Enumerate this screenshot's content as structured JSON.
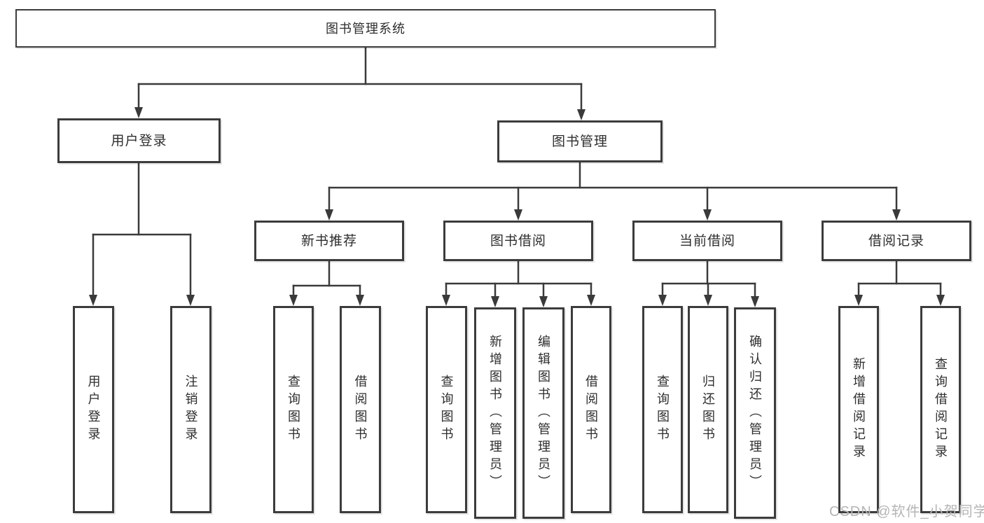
{
  "tree": {
    "root": "图书管理系统",
    "branches": [
      {
        "label": "用户登录",
        "leaves": [
          "用户登录",
          "注销登录"
        ]
      },
      {
        "label": "图书管理",
        "groups": [
          {
            "label": "新书推荐",
            "leaves": [
              "查询图书",
              "借阅图书"
            ]
          },
          {
            "label": "图书借阅",
            "leaves": [
              "查询图书",
              "新增图书（管理员）",
              "编辑图书（管理员）",
              "借阅图书"
            ]
          },
          {
            "label": "当前借阅",
            "leaves": [
              "查询图书",
              "归还图书",
              "确认归还（管理员）"
            ]
          },
          {
            "label": "借阅记录",
            "leaves": [
              "新增借阅记录",
              "查询借阅记录"
            ]
          }
        ]
      }
    ]
  },
  "watermark": "CSDN @软件_小贺同学",
  "colors": {
    "line": "#3a3a3a",
    "box_border": "#3c3c3c",
    "box_bg": "#ffffff",
    "text": "#2e2e2e",
    "watermark": "#b5b5b5"
  }
}
